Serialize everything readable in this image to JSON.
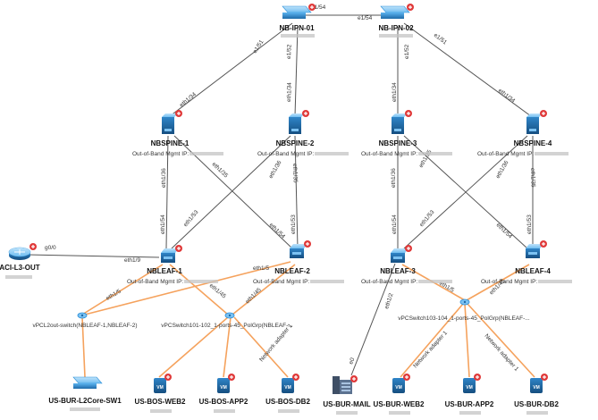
{
  "colors": {
    "device_blue": "#2b8fd8",
    "device_dark": "#1e6aa8",
    "badge_red": "#e03a3a",
    "link_gray": "#555555",
    "vpc_link_orange": "#f5a25d"
  },
  "icons": {
    "switch": "switch-icon",
    "spine": "spine-switch-icon",
    "leaf": "leaf-switch-icon",
    "router": "router-icon",
    "vm": "vm-icon",
    "server": "server-icon",
    "badge": "alert-badge-icon",
    "vpc": "vpc-hub-icon"
  },
  "mgmt_label": "Out-of-Band Mgmt IP:",
  "nodes": {
    "ipn1": {
      "name": "NB-IPN-01"
    },
    "ipn2": {
      "name": "NB-IPN-02"
    },
    "spine1": {
      "name": "NBSPINE-1"
    },
    "spine2": {
      "name": "NBSPINE-2"
    },
    "spine3": {
      "name": "NBSPINE-3"
    },
    "spine4": {
      "name": "NBSPINE-4"
    },
    "leaf1": {
      "name": "NBLEAF-1"
    },
    "leaf2": {
      "name": "NBLEAF-2"
    },
    "leaf3": {
      "name": "NBLEAF-3"
    },
    "leaf4": {
      "name": "NBLEAF-4"
    },
    "l3out": {
      "name": "ACI-L3-OUT"
    },
    "l2core": {
      "name": "US-BUR-L2Core-SW1"
    },
    "bosweb2": {
      "name": "US-BOS-WEB2"
    },
    "bosapp2": {
      "name": "US-BOS-APP2"
    },
    "bosdb2": {
      "name": "US-BOS-DB2"
    },
    "burmail": {
      "name": "US-BUR-MAIL"
    },
    "burweb2": {
      "name": "US-BUR-WEB2"
    },
    "burapp2": {
      "name": "US-BUR-APP2"
    },
    "burdb2": {
      "name": "US-BUR-DB2"
    }
  },
  "vpcs": {
    "vpcl2out": "vPCL2out-switch(NBLEAF-1,NBLEAF-2)",
    "vpc101": "vPCSwitch101-102_1-ports-45_PolGrp(NBLEAF-...",
    "vpc103": "vPCSwitch103-104_1-ports-45_PolGrp(NBLEAF-..."
  },
  "ports": {
    "e1_54": "e1/54",
    "e1_51": "e1/51",
    "e1_52": "e1/52",
    "eth1_34": "eth1/34",
    "eth1_35": "eth1/35",
    "eth1_36": "eth1/36",
    "eth1_53": "eth1/53",
    "eth1_54": "eth1/54",
    "g0_0": "g0/0",
    "eth1_9": "eth1/9",
    "eth1_5": "eth1/5",
    "eth1_45": "eth1/45",
    "eth1_2": "eth1/2",
    "e0": "e0",
    "network_adapter_1": "Network adapter 1"
  }
}
